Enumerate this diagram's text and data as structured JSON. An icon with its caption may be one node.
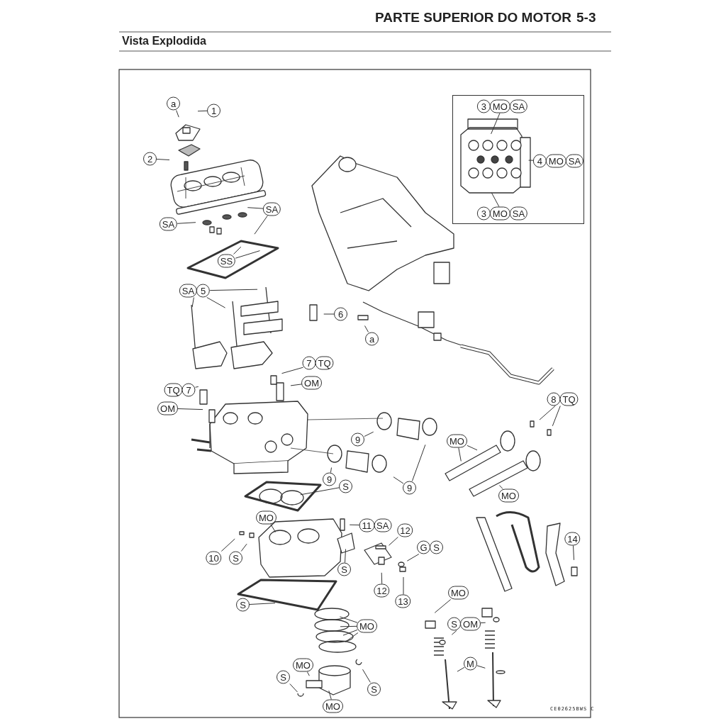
{
  "diagram": {
    "title": "PARTE SUPERIOR DO MOTOR",
    "nodes": [
      {
        "text": [],
        "shape": "box"
      },
      {
        "text": [
          "3",
          "MO",
          "SA"
        ],
        "in": 0
      },
      {
        "text": [
          "4",
          "MO",
          "SA"
        ],
        "in": 0
      },
      {
        "text": [
          "3",
          "MO",
          "SA"
        ],
        "in": 0
      },
      {
        "text": [
          "a"
        ]
      },
      {
        "text": [
          "1"
        ]
      },
      {
        "text": [
          "2"
        ]
      },
      {
        "text": [
          "SA"
        ]
      },
      {
        "text": [
          "SA"
        ]
      },
      {
        "text": [
          "SS"
        ]
      },
      {
        "text": [
          "SA",
          "5"
        ]
      },
      {
        "text": [
          "6"
        ]
      },
      {
        "text": [
          "a"
        ]
      },
      {
        "text": [
          "7",
          "TQ"
        ]
      },
      {
        "text": [
          "OM"
        ]
      },
      {
        "text": [
          "TQ",
          "7"
        ]
      },
      {
        "text": [
          "OM"
        ]
      },
      {
        "text": [
          "9"
        ]
      },
      {
        "text": [
          "9"
        ]
      },
      {
        "text": [
          "9"
        ]
      },
      {
        "text": [
          "S"
        ]
      },
      {
        "text": [
          "8",
          "TQ"
        ]
      },
      {
        "text": [
          "MO"
        ]
      },
      {
        "text": [
          "MO"
        ]
      },
      {
        "text": [
          "14"
        ]
      },
      {
        "text": [
          "11",
          "SA"
        ]
      },
      {
        "text": [
          "MO"
        ]
      },
      {
        "text": [
          "12"
        ]
      },
      {
        "text": [
          "10"
        ]
      },
      {
        "text": [
          "S"
        ]
      },
      {
        "text": [
          "S"
        ]
      },
      {
        "text": [
          "G",
          "S"
        ]
      },
      {
        "text": [
          "12"
        ]
      },
      {
        "text": [
          "13"
        ]
      },
      {
        "text": [
          "S"
        ]
      },
      {
        "text": [
          "MO"
        ]
      },
      {
        "text": [
          "MO"
        ]
      },
      {
        "text": [
          "S",
          "OM"
        ]
      },
      {
        "text": [
          "M"
        ]
      },
      {
        "text": [
          "MO"
        ]
      },
      {
        "text": [
          "S"
        ]
      },
      {
        "text": [
          "S"
        ]
      },
      {
        "text": [
          "MO"
        ]
      }
    ],
    "edges": [
      {
        "from": 1,
        "to": null,
        "arrow": "none"
      },
      {
        "from": 2,
        "to": null,
        "arrow": "none"
      },
      {
        "from": 3,
        "to": null,
        "arrow": "none"
      },
      {
        "from": 4,
        "to": null,
        "arrow": "none"
      },
      {
        "from": 5,
        "to": null,
        "arrow": "none"
      },
      {
        "from": 6,
        "to": null,
        "arrow": "none"
      },
      {
        "from": 7,
        "to": null,
        "arrow": "none"
      },
      {
        "from": 8,
        "to": null,
        "arrow": "none"
      },
      {
        "from": 8,
        "to": null,
        "arrow": "none"
      },
      {
        "from": 9,
        "to": null,
        "arrow": "none"
      },
      {
        "from": 9,
        "to": null,
        "arrow": "none"
      },
      {
        "from": 10,
        "to": null,
        "arrow": "none"
      },
      {
        "from": 10,
        "to": null,
        "arrow": "none"
      },
      {
        "from": 10,
        "to": null,
        "arrow": "none"
      },
      {
        "from": 11,
        "to": null,
        "arrow": "none"
      },
      {
        "from": 12,
        "to": null,
        "arrow": "none"
      },
      {
        "from": 13,
        "to": null,
        "arrow": "none"
      },
      {
        "from": 14,
        "to": null,
        "arrow": "none"
      },
      {
        "from": 15,
        "to": null,
        "arrow": "none"
      },
      {
        "from": 16,
        "to": null,
        "arrow": "none"
      },
      {
        "from": 17,
        "to": null,
        "arrow": "none"
      },
      {
        "from": 18,
        "to": null,
        "arrow": "none"
      },
      {
        "from": 19,
        "to": null,
        "arrow": "none"
      },
      {
        "from": 19,
        "to": null,
        "arrow": "none"
      },
      {
        "from": 20,
        "to": null,
        "arrow": "none"
      },
      {
        "from": 21,
        "to": null,
        "arrow": "none"
      },
      {
        "from": 21,
        "to": null,
        "arrow": "none"
      },
      {
        "from": 22,
        "to": null,
        "arrow": "none"
      },
      {
        "from": 22,
        "to": null,
        "arrow": "none"
      },
      {
        "from": 23,
        "to": null,
        "arrow": "none"
      },
      {
        "from": 24,
        "to": null,
        "arrow": "none"
      },
      {
        "from": 25,
        "to": null,
        "arrow": "none"
      },
      {
        "from": 26,
        "to": null,
        "arrow": "none"
      },
      {
        "from": 27,
        "to": null,
        "arrow": "none"
      },
      {
        "from": 28,
        "to": null,
        "arrow": "none"
      },
      {
        "from": 29,
        "to": null,
        "arrow": "none"
      },
      {
        "from": 30,
        "to": null,
        "arrow": "none"
      },
      {
        "from": 31,
        "to": null,
        "arrow": "none"
      },
      {
        "from": 32,
        "to": null,
        "arrow": "none"
      },
      {
        "from": 33,
        "to": null,
        "arrow": "none"
      },
      {
        "from": 34,
        "to": null,
        "arrow": "none"
      },
      {
        "from": 35,
        "to": null,
        "arrow": "none"
      },
      {
        "from": 35,
        "to": null,
        "arrow": "none"
      },
      {
        "from": 35,
        "to": null,
        "arrow": "none"
      },
      {
        "from": 35,
        "to": null,
        "arrow": "none"
      },
      {
        "from": 36,
        "to": null,
        "arrow": "none"
      },
      {
        "from": 37,
        "to": null,
        "arrow": "none"
      },
      {
        "from": 37,
        "to": null,
        "arrow": "none"
      },
      {
        "from": 38,
        "to": null,
        "arrow": "none"
      },
      {
        "from": 38,
        "to": null,
        "arrow": "none"
      },
      {
        "from": 39,
        "to": null,
        "arrow": "none"
      },
      {
        "from": 40,
        "to": null,
        "arrow": "none"
      },
      {
        "from": 41,
        "to": null,
        "arrow": "none"
      },
      {
        "from": 42,
        "to": null,
        "arrow": "none"
      }
    ],
    "labels": [
      "5-3",
      "Vista Explodida",
      "CE02625BWS C"
    ]
  }
}
